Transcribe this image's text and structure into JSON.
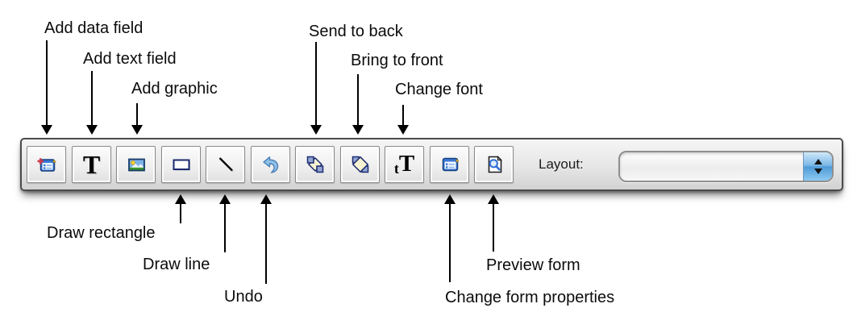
{
  "callouts": [
    {
      "text": "Add data field"
    },
    {
      "text": "Add text field"
    },
    {
      "text": "Add graphic"
    },
    {
      "text": "Send to back"
    },
    {
      "text": "Bring to front"
    },
    {
      "text": "Change font"
    },
    {
      "text": "Draw rectangle"
    },
    {
      "text": "Draw line"
    },
    {
      "text": "Undo"
    },
    {
      "text": "Preview form"
    },
    {
      "text": "Change form properties"
    }
  ],
  "toolbar": {
    "layout": {
      "label": "Layout:",
      "value": ""
    }
  },
  "glyphs": {
    "text_tool": "T",
    "font_small": "t",
    "font_large": "T"
  },
  "colors": {
    "icon_blue": "#3a78d4",
    "aqua_stepper_blue": "#5fa8e0",
    "undo_blue": "#8fc0e8",
    "cream_shape": "#f7f2d2",
    "square_periwinkle": "#93a6d4",
    "red_plus": "#d03a4a",
    "toolbar_border": "#4b4b4b"
  }
}
